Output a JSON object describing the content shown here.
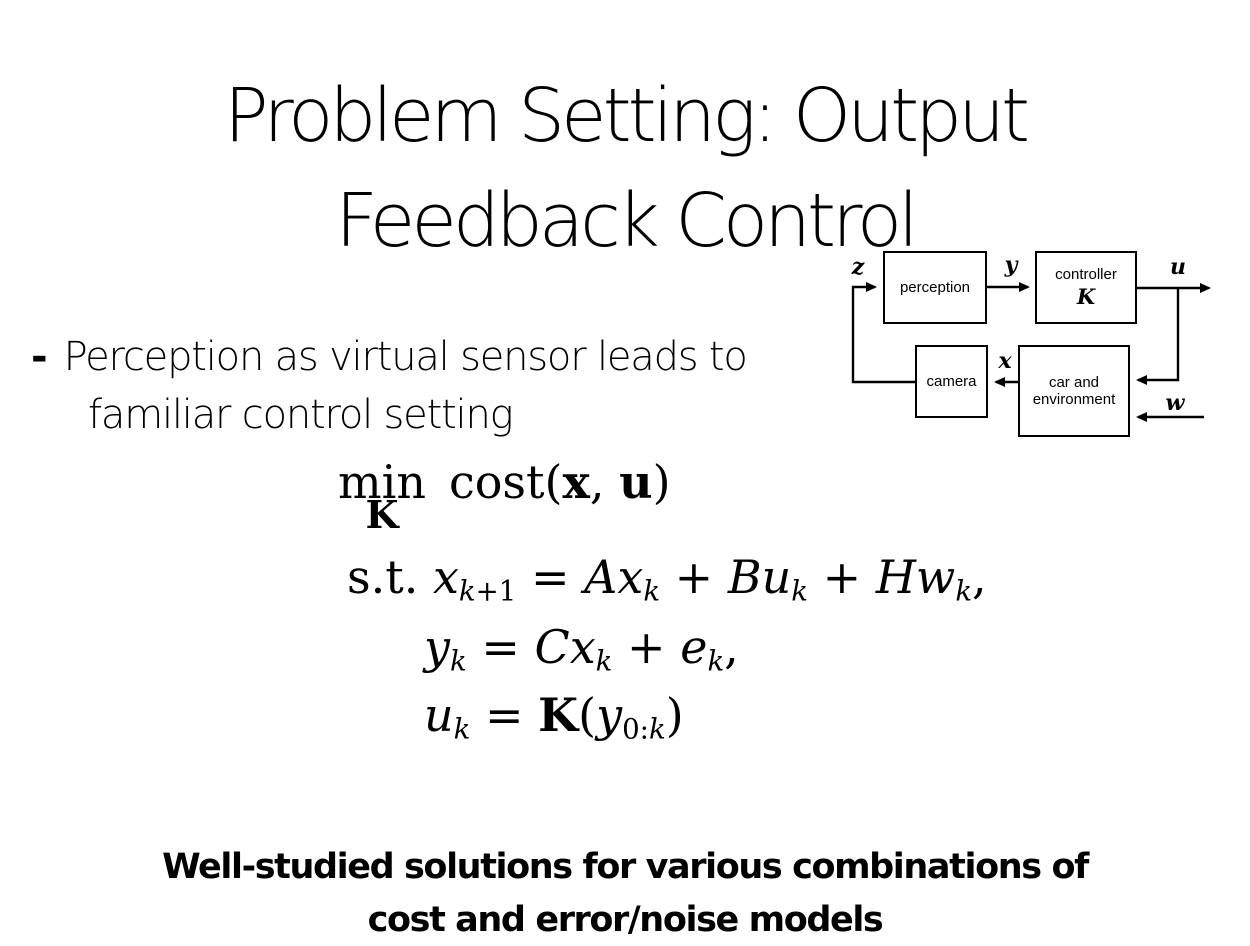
{
  "slide": {
    "title": "Problem Setting: Output\nFeedback Control",
    "bullet": {
      "marker": "-",
      "text": "Perception as virtual sensor leads to\nfamiliar control setting"
    },
    "footer": "Well-studied solutions for various combinations of\ncost and error/noise models"
  },
  "diagram": {
    "boxes": [
      {
        "id": "perception",
        "label": "perception"
      },
      {
        "id": "controller",
        "label": "controller",
        "sublabel": "K"
      },
      {
        "id": "camera",
        "label": "camera"
      },
      {
        "id": "car-environment",
        "label": "car and\nenvironment"
      }
    ],
    "signals": {
      "z": "z",
      "y": "y",
      "u": "u",
      "x": "x",
      "w": "w"
    }
  },
  "equations": {
    "objective": {
      "operator": "min",
      "operator_sub": "K",
      "body": [
        {
          "t": "cost(",
          "s": "rm"
        },
        {
          "t": "x",
          "s": "bf"
        },
        {
          "t": ", ",
          "s": "rm"
        },
        {
          "t": "u",
          "s": "bf"
        },
        {
          "t": ")",
          "s": "rm"
        }
      ]
    },
    "constraints": [
      {
        "segments": [
          {
            "t": "s.t. ",
            "s": "rm"
          },
          {
            "t": "x",
            "s": "it"
          },
          {
            "t": "k",
            "s": "it sb"
          },
          {
            "t": "+1",
            "s": "rm sb"
          },
          {
            "t": " = ",
            "s": "rm"
          },
          {
            "t": "Ax",
            "s": "it"
          },
          {
            "t": "k",
            "s": "it sb"
          },
          {
            "t": " + ",
            "s": "rm"
          },
          {
            "t": "Bu",
            "s": "it"
          },
          {
            "t": "k",
            "s": "it sb"
          },
          {
            "t": " + ",
            "s": "rm"
          },
          {
            "t": "Hw",
            "s": "it"
          },
          {
            "t": "k",
            "s": "it sb"
          },
          {
            "t": ",",
            "s": "rm"
          }
        ]
      },
      {
        "segments": [
          {
            "t": "y",
            "s": "it"
          },
          {
            "t": "k",
            "s": "it sb"
          },
          {
            "t": " = ",
            "s": "rm"
          },
          {
            "t": "Cx",
            "s": "it"
          },
          {
            "t": "k",
            "s": "it sb"
          },
          {
            "t": " + ",
            "s": "rm"
          },
          {
            "t": "e",
            "s": "it"
          },
          {
            "t": "k",
            "s": "it sb"
          },
          {
            "t": ",",
            "s": "rm"
          }
        ]
      },
      {
        "segments": [
          {
            "t": "u",
            "s": "it"
          },
          {
            "t": "k",
            "s": "it sb"
          },
          {
            "t": " = ",
            "s": "rm"
          },
          {
            "t": "K",
            "s": "bf"
          },
          {
            "t": "(",
            "s": "rm"
          },
          {
            "t": "y",
            "s": "it"
          },
          {
            "t": "0:",
            "s": "rm sb"
          },
          {
            "t": "k",
            "s": "it sb"
          },
          {
            "t": ")",
            "s": "rm"
          }
        ]
      }
    ]
  },
  "colors": {
    "background": "#ffffff",
    "text": "#000000",
    "line": "#000000"
  }
}
